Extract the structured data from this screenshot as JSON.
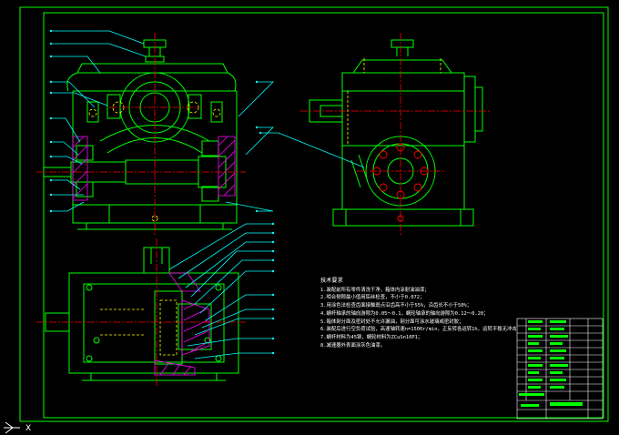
{
  "drawing": {
    "tech_notes": {
      "title": "技术要求",
      "lines": [
        "1.装配前所有零件清洗干净，箱体内涂耐油油漆；",
        "2.啮合侧隙最小值用铅丝检查，不小于0.072；",
        "3.用涂色法检查齿面接触斑点沿齿高不小于55%，沿齿长不小于50%；",
        "4.蜗杆轴承的轴向游隙为0.05～0.1，蜗轮轴承的轴向游隙为0.12～0.20；",
        "5.箱体剖分面及密封处不允许漏油，剖分面可涂水玻璃或密封胶；",
        "6.装配后进行空负荷试验，高速轴转速n=1500r/min，正反转各运转1h，运转平稳无冲击；",
        "7.蜗杆材料为45钢，蜗轮材料为ZCuSn10P1；",
        "8.减速器外表面涂灰色油漆。"
      ]
    },
    "ucs_label": "X"
  },
  "colors": {
    "background": "#000000",
    "outline": "#00ff00",
    "centerline": "#ff0000",
    "annotation": "#00ffff",
    "hatch": "#ff00ff",
    "hidden": "#ffff00",
    "text": "#ffffff",
    "border": "#00ff00"
  }
}
